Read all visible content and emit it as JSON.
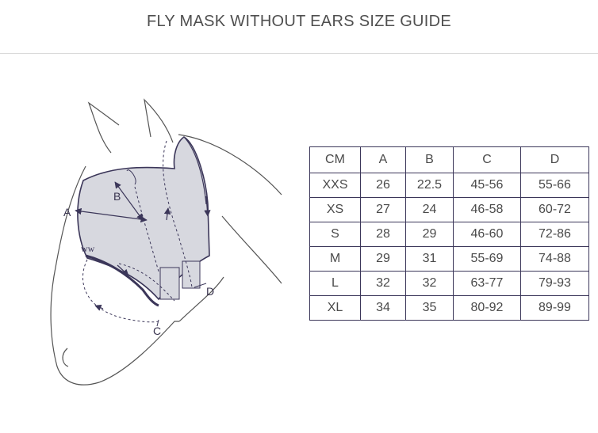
{
  "title": "FLY MASK WITHOUT EARS SIZE GUIDE",
  "diagram": {
    "labels": {
      "a": "A",
      "b": "B",
      "c": "C",
      "d": "D"
    },
    "colors": {
      "outline": "#3b3659",
      "mask_fill": "#d7d8df",
      "line": "#555555"
    }
  },
  "table": {
    "headers": [
      "CM",
      "A",
      "B",
      "C",
      "D"
    ],
    "rows": [
      [
        "XXS",
        "26",
        "22.5",
        "45-56",
        "55-66"
      ],
      [
        "XS",
        "27",
        "24",
        "46-58",
        "60-72"
      ],
      [
        "S",
        "28",
        "29",
        "46-60",
        "72-86"
      ],
      [
        "M",
        "29",
        "31",
        "55-69",
        "74-88"
      ],
      [
        "L",
        "32",
        "32",
        "63-77",
        "79-93"
      ],
      [
        "XL",
        "34",
        "35",
        "80-92",
        "89-99"
      ]
    ]
  }
}
